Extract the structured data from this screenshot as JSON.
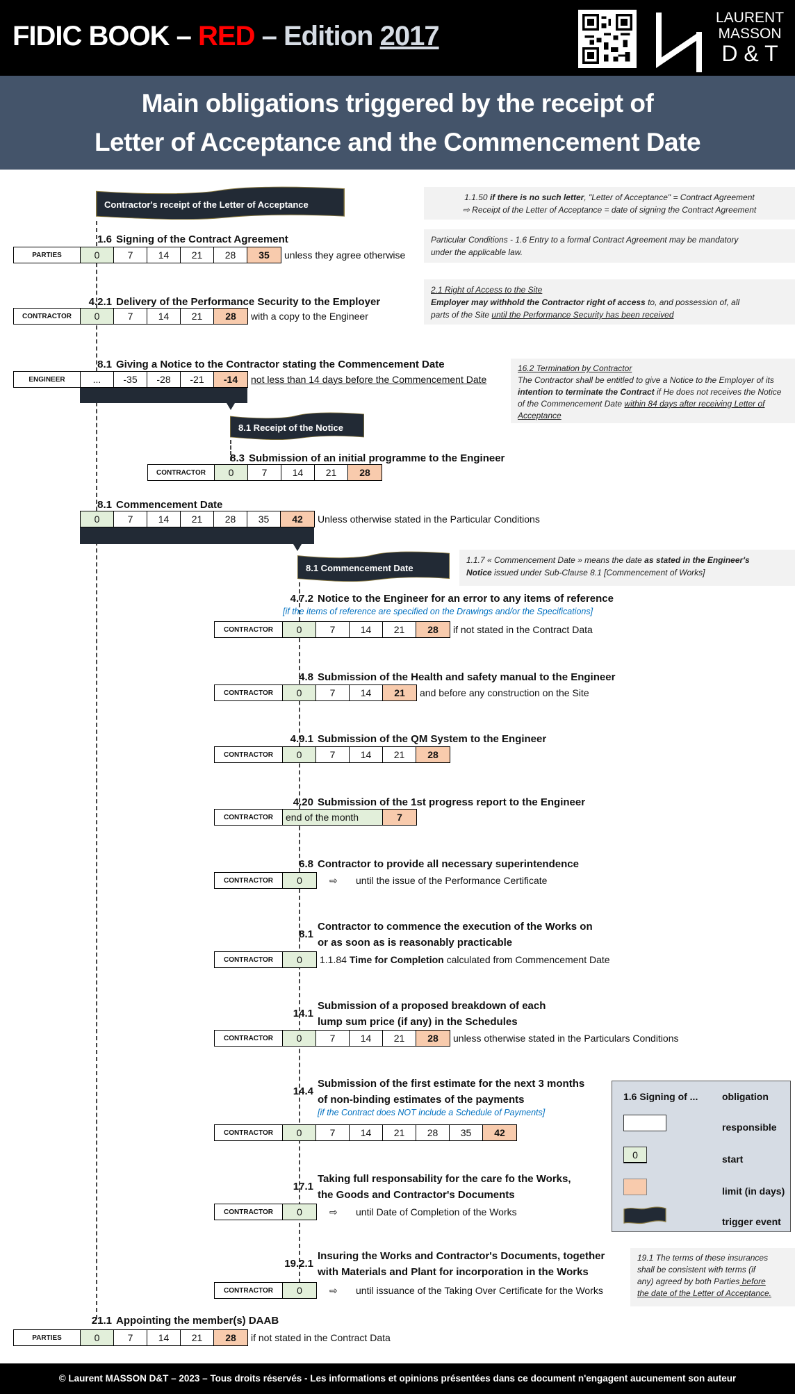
{
  "header": {
    "title_part1": "FIDIC BOOK – ",
    "title_red": "RED",
    "title_part2": " – Edition ",
    "title_year": "2017",
    "logo_line1": "LAURENT",
    "logo_line2": "MASSON",
    "logo_line3": "D & T",
    "subtitle_line1": "Main obligations triggered by the receipt of",
    "subtitle_line2": "Letter of Acceptance and the Commencement Date"
  },
  "colors": {
    "start": "#e2efda",
    "limit": "#f8cbad",
    "trigger": "#222a35",
    "band": "#44546a",
    "note_blue": "#0070c0"
  },
  "triggers": [
    {
      "label": "Contractor's receipt of the Letter of Acceptance"
    },
    {
      "label": "8.1 Receipt of the Notice"
    },
    {
      "label": "8.1 Commencement Date"
    }
  ],
  "notes": [
    {
      "lines": [
        [
          {
            "t": "1.1.50 "
          },
          {
            "t": "if there is no such letter",
            "b": true
          },
          {
            "t": ", \"Letter of Acceptance\" = Contract Agreement"
          }
        ],
        [
          {
            "t": "⇨ Receipt of the Letter of Acceptance = date of signing the Contract Agreement"
          }
        ]
      ],
      "center": true
    },
    {
      "lines": [
        [
          {
            "t": "Particular Conditions - 1.6 Entry to a formal Contract Agreement may be mandatory"
          }
        ],
        [
          {
            "t": "under the applicable law."
          }
        ]
      ]
    },
    {
      "lines": [
        [
          {
            "t": "2.1 Right of Access to the Site",
            "u": true
          }
        ],
        [
          {
            "t": "Employer may withhold the Contractor right of access",
            "b": true
          },
          {
            "t": " to, and possession of, all"
          }
        ],
        [
          {
            "t": "parts of the Site "
          },
          {
            "t": "until the Performance Security has been received",
            "u": true
          }
        ]
      ]
    },
    {
      "lines": [
        [
          {
            "t": "16.2 Termination by Contractor",
            "u": true
          }
        ],
        [
          {
            "t": "The Contractor shall be entitled to give a Notice to the Employer of its"
          }
        ],
        [
          {
            "t": "intention to terminate the Contract",
            "b": true
          },
          {
            "t": " if He does not receives the Notice"
          }
        ],
        [
          {
            "t": "of the Commencement Date "
          },
          {
            "t": "within 84 days after receiving Letter of",
            "u": true
          }
        ],
        [
          {
            "t": "Acceptance",
            "u": true
          }
        ]
      ]
    },
    {
      "lines": [
        [
          {
            "t": "1.1.7 « Commencement Date » means the date "
          },
          {
            "t": "as stated in the Engineer's",
            "b": true
          }
        ],
        [
          {
            "t": "Notice",
            "b": true
          },
          {
            "t": " issued under Sub-Clause 8.1 [Commencement of Works]"
          }
        ]
      ]
    },
    {
      "lines": [
        [
          {
            "t": "19.1 The terms of these insurances"
          }
        ],
        [
          {
            "t": "shall be consistent with terms (if"
          }
        ],
        [
          {
            "t": "any) agreed by both Parties"
          },
          {
            "t": " before",
            "u": true
          }
        ],
        [
          {
            "t": "the date of the Letter of Acceptance.",
            "u": true
          }
        ]
      ]
    }
  ],
  "obligations": [
    {
      "clause": "1.6",
      "title": [
        "Signing of the Contract Agreement"
      ],
      "responsible": "PARTIES",
      "cells": [
        [
          "0",
          "start"
        ],
        [
          "7"
        ],
        [
          "14"
        ],
        [
          "21"
        ],
        [
          "28"
        ],
        [
          "35",
          "limit"
        ]
      ],
      "suffix": "unless they agree otherwise"
    },
    {
      "clause": "4.2.1",
      "title": [
        "Delivery of the Performance Security to the Employer"
      ],
      "responsible": "CONTRACTOR",
      "cells": [
        [
          "0",
          "start"
        ],
        [
          "7"
        ],
        [
          "14"
        ],
        [
          "21"
        ],
        [
          "28",
          "limit"
        ]
      ],
      "suffix": "with a copy to the Engineer"
    },
    {
      "clause": "8.1",
      "title": [
        "Giving a Notice to the Contractor stating the Commencement Date"
      ],
      "responsible": "ENGINEER",
      "cells": [
        [
          "..."
        ],
        [
          "-35"
        ],
        [
          "-28"
        ],
        [
          "-21"
        ],
        [
          "-14",
          "limit"
        ]
      ],
      "suffix": "not less than 14 days before the Commencement Date",
      "suffix_underline": true
    },
    {
      "clause": "8.3",
      "title": [
        "Submission of an initial programme to the Engineer"
      ],
      "responsible": "CONTRACTOR",
      "cells": [
        [
          "0",
          "start"
        ],
        [
          "7"
        ],
        [
          "14"
        ],
        [
          "21"
        ],
        [
          "28",
          "limit"
        ]
      ],
      "suffix": ""
    },
    {
      "clause": "8.1",
      "title": [
        "Commencement Date"
      ],
      "responsible": "",
      "cells": [
        [
          "0",
          "start"
        ],
        [
          "7"
        ],
        [
          "14"
        ],
        [
          "21"
        ],
        [
          "28"
        ],
        [
          "35"
        ],
        [
          "42",
          "limit"
        ]
      ],
      "suffix": "Unless otherwise stated in the Particular Conditions"
    },
    {
      "clause": "4.7.2",
      "title": [
        "Notice to the Engineer for an error to any items of reference"
      ],
      "condition": "[if the items of reference are specified on the Drawings and/or the Specifications]",
      "responsible": "CONTRACTOR",
      "cells": [
        [
          "0",
          "start"
        ],
        [
          "7"
        ],
        [
          "14"
        ],
        [
          "21"
        ],
        [
          "28",
          "limit"
        ]
      ],
      "suffix": "if not stated in the Contract Data"
    },
    {
      "clause": "4.8",
      "title": [
        "Submission of the Health and safety manual to the Engineer"
      ],
      "responsible": "CONTRACTOR",
      "cells": [
        [
          "0",
          "start"
        ],
        [
          "7"
        ],
        [
          "14"
        ],
        [
          "21",
          "limit"
        ]
      ],
      "suffix": "and before any construction on the Site"
    },
    {
      "clause": "4.9.1",
      "title": [
        "Submission of the QM System to the Engineer"
      ],
      "responsible": "CONTRACTOR",
      "cells": [
        [
          "0",
          "start"
        ],
        [
          "7"
        ],
        [
          "14"
        ],
        [
          "21"
        ],
        [
          "28",
          "limit"
        ]
      ],
      "suffix": ""
    },
    {
      "clause": "4.20",
      "title": [
        "Submission of the 1st  progress report to the Engineer"
      ],
      "responsible": "CONTRACTOR",
      "cells": [
        [
          "end of the month",
          "start",
          3
        ],
        [
          "7",
          "limit"
        ]
      ],
      "suffix": ""
    },
    {
      "clause": "6.8",
      "title": [
        "Contractor to provide all necessary superintendence"
      ],
      "responsible": "CONTRACTOR",
      "cells": [
        [
          "0",
          "start"
        ]
      ],
      "arrow": "⇨",
      "suffix": "until the issue of the Performance Certificate"
    },
    {
      "clause": "8.1",
      "title": [
        "Contractor to commence the execution of the Works on",
        "or as soon as is reasonably practicable"
      ],
      "responsible": "CONTRACTOR",
      "cells": [
        [
          "0",
          "start"
        ]
      ],
      "suffix_parts": [
        {
          "t": "1.1.84 "
        },
        {
          "t": "Time for Completion",
          "b": true
        },
        {
          "t": " calculated from Commencement Date"
        }
      ]
    },
    {
      "clause": "14.1",
      "title": [
        "Submission of a proposed breakdown of each",
        " lump sum price (if any) in the Schedules"
      ],
      "responsible": "CONTRACTOR",
      "cells": [
        [
          "0",
          "start"
        ],
        [
          "7"
        ],
        [
          "14"
        ],
        [
          "21"
        ],
        [
          "28",
          "limit"
        ]
      ],
      "suffix": "unless otherwise stated in the Particulars Conditions"
    },
    {
      "clause": "14.4",
      "title": [
        "Submission of the first estimate for the next 3 months",
        "of non-binding estimates of the payments"
      ],
      "condition": "[if the Contract does NOT include a Schedule of Payments]",
      "responsible": "CONTRACTOR",
      "cells": [
        [
          "0",
          "start"
        ],
        [
          "7"
        ],
        [
          "14"
        ],
        [
          "21"
        ],
        [
          "28"
        ],
        [
          "35"
        ],
        [
          "42",
          "limit"
        ]
      ],
      "suffix": ""
    },
    {
      "clause": "17.1",
      "title": [
        "Taking full responsability for the care fo the Works,",
        " the Goods and Contractor's Documents"
      ],
      "responsible": "CONTRACTOR",
      "cells": [
        [
          "0",
          "start"
        ]
      ],
      "arrow": "⇨",
      "suffix": "until Date of Completion of the Works"
    },
    {
      "clause": "19.2.1",
      "title": [
        "Insuring the Works and Contractor's Documents, together",
        "with Materials and Plant for incorporation in the Works"
      ],
      "responsible": "CONTRACTOR",
      "cells": [
        [
          "0",
          "start"
        ]
      ],
      "arrow": "⇨",
      "suffix": "until issuance of the Taking Over Certificate for the Works"
    },
    {
      "clause": "21.1",
      "title": [
        "Appointing the member(s) DAAB"
      ],
      "responsible": "PARTIES",
      "cells": [
        [
          "0",
          "start"
        ],
        [
          "7"
        ],
        [
          "14"
        ],
        [
          "21"
        ],
        [
          "28",
          "limit"
        ]
      ],
      "suffix": "if not stated in the Contract Data"
    }
  ],
  "legend": {
    "obligation_sample": "1.6 Signing of ...",
    "obligation": "obligation",
    "responsible": "responsible",
    "start_sample": "0",
    "start": "start",
    "limit": "limit (in days)",
    "trigger": "trigger event"
  },
  "footer": "© Laurent MASSON D&T – 2023 – Tous droits réservés - Les informations et opinions présentées dans ce document n'engagent aucunement  son auteur"
}
